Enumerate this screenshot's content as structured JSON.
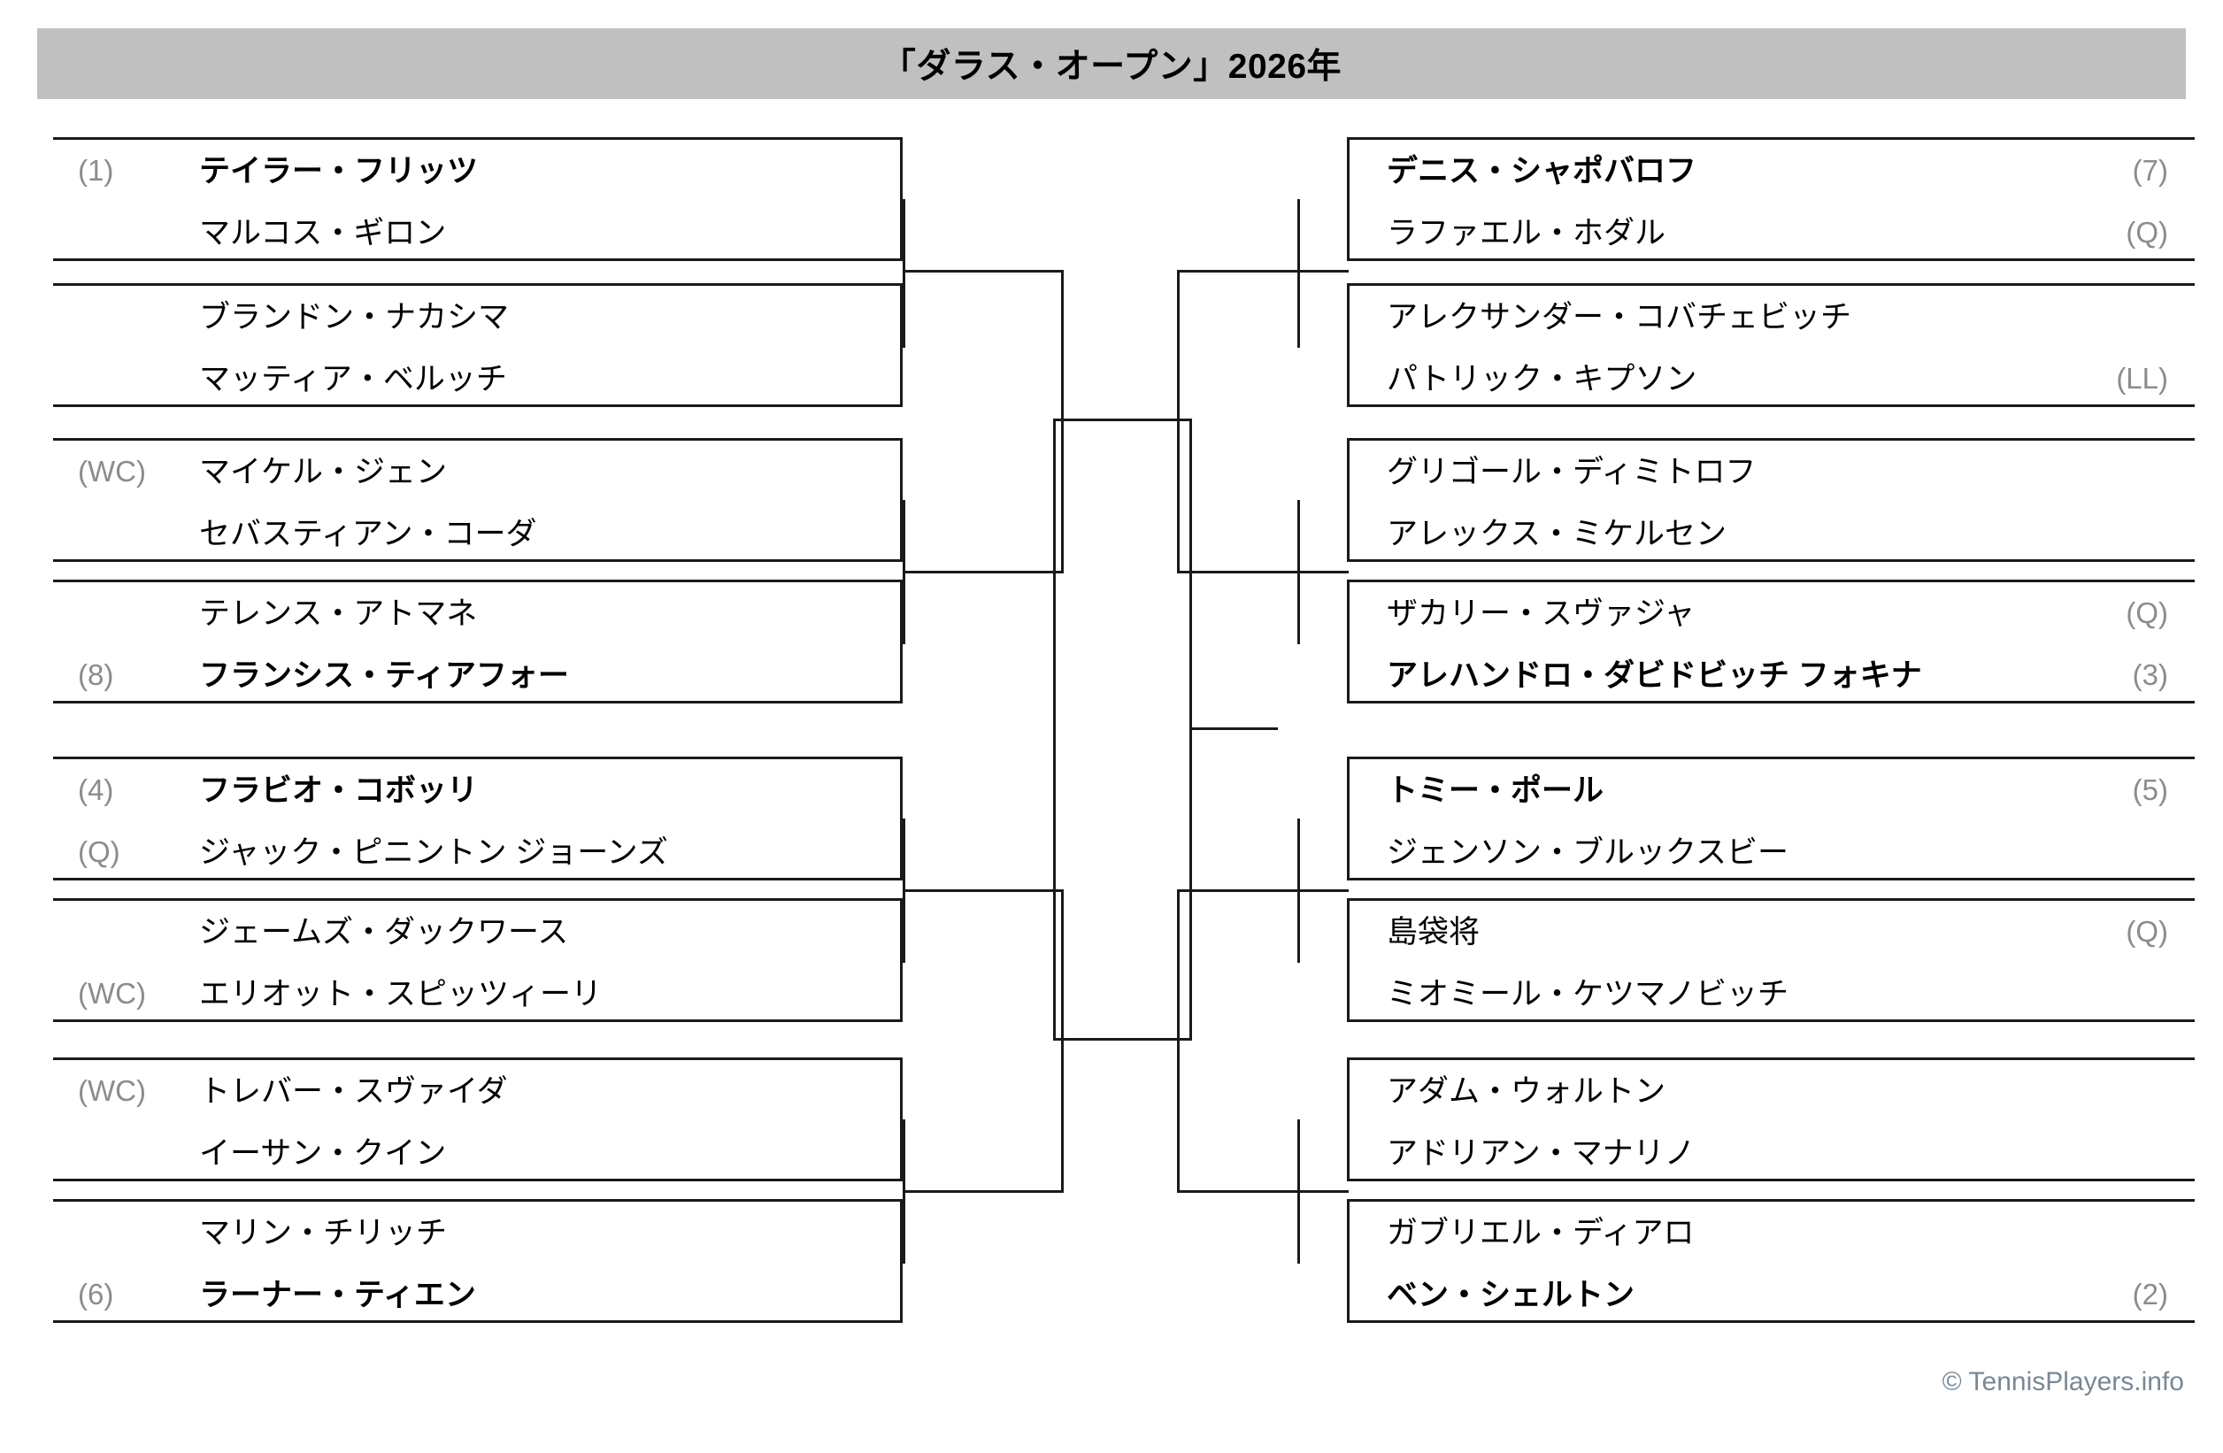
{
  "header": {
    "title": "「ダラス・オープン」2026年"
  },
  "footer": {
    "credit": "© TennisPlayers.info"
  },
  "colors": {
    "title_bar_bg": "#c0c0c0",
    "line": "#1a1a1a",
    "tag_gray": "#8c8c8c",
    "name_black": "#000000",
    "footer_gray": "#7a8894"
  },
  "bracket": {
    "left": {
      "matches": [
        {
          "slots": [
            {
              "tag": "(1)",
              "name": "テイラー・フリッツ",
              "seeded": true
            },
            {
              "tag": "",
              "name": "マルコス・ギロン",
              "seeded": false
            }
          ]
        },
        {
          "slots": [
            {
              "tag": "",
              "name": "ブランドン・ナカシマ",
              "seeded": false
            },
            {
              "tag": "",
              "name": "マッティア・ベルッチ",
              "seeded": false
            }
          ]
        },
        {
          "slots": [
            {
              "tag": "(WC)",
              "name": "マイケル・ジェン",
              "seeded": false
            },
            {
              "tag": "",
              "name": "セバスティアン・コーダ",
              "seeded": false
            }
          ]
        },
        {
          "slots": [
            {
              "tag": "",
              "name": "テレンス・アトマネ",
              "seeded": false
            },
            {
              "tag": "(8)",
              "name": "フランシス・ティアフォー",
              "seeded": true
            }
          ]
        },
        {
          "slots": [
            {
              "tag": "(4)",
              "name": "フラビオ・コボッリ",
              "seeded": true
            },
            {
              "tag": "(Q)",
              "name": "ジャック・ピニントン ジョーンズ",
              "seeded": false
            }
          ]
        },
        {
          "slots": [
            {
              "tag": "",
              "name": "ジェームズ・ダックワース",
              "seeded": false
            },
            {
              "tag": "(WC)",
              "name": "エリオット・スピッツィーリ",
              "seeded": false
            }
          ]
        },
        {
          "slots": [
            {
              "tag": "(WC)",
              "name": "トレバー・スヴァイダ",
              "seeded": false
            },
            {
              "tag": "",
              "name": "イーサン・クイン",
              "seeded": false
            }
          ]
        },
        {
          "slots": [
            {
              "tag": "",
              "name": "マリン・チリッチ",
              "seeded": false
            },
            {
              "tag": "(6)",
              "name": "ラーナー・ティエン",
              "seeded": true
            }
          ]
        }
      ]
    },
    "right": {
      "matches": [
        {
          "slots": [
            {
              "tag": "(7)",
              "name": "デニス・シャポバロフ",
              "seeded": true
            },
            {
              "tag": "(Q)",
              "name": "ラファエル・ホダル",
              "seeded": false
            }
          ]
        },
        {
          "slots": [
            {
              "tag": "",
              "name": "アレクサンダー・コバチェビッチ",
              "seeded": false
            },
            {
              "tag": "(LL)",
              "name": "パトリック・キプソン",
              "seeded": false
            }
          ]
        },
        {
          "slots": [
            {
              "tag": "",
              "name": "グリゴール・ディミトロフ",
              "seeded": false
            },
            {
              "tag": "",
              "name": "アレックス・ミケルセン",
              "seeded": false
            }
          ]
        },
        {
          "slots": [
            {
              "tag": "(Q)",
              "name": "ザカリー・スヴァジャ",
              "seeded": false
            },
            {
              "tag": "(3)",
              "name": "アレハンドロ・ダビドビッチ フォキナ",
              "seeded": true
            }
          ]
        },
        {
          "slots": [
            {
              "tag": "(5)",
              "name": "トミー・ポール",
              "seeded": true
            },
            {
              "tag": "",
              "name": "ジェンソン・ブルックスビー",
              "seeded": false
            }
          ]
        },
        {
          "slots": [
            {
              "tag": "(Q)",
              "name": "島袋将",
              "seeded": false
            },
            {
              "tag": "",
              "name": "ミオミール・ケツマノビッチ",
              "seeded": false
            }
          ]
        },
        {
          "slots": [
            {
              "tag": "",
              "name": "アダム・ウォルトン",
              "seeded": false
            },
            {
              "tag": "",
              "name": "アドリアン・マナリノ",
              "seeded": false
            }
          ]
        },
        {
          "slots": [
            {
              "tag": "",
              "name": "ガブリエル・ディアロ",
              "seeded": false
            },
            {
              "tag": "(2)",
              "name": "ベン・シェルトン",
              "seeded": true
            }
          ]
        }
      ]
    }
  }
}
